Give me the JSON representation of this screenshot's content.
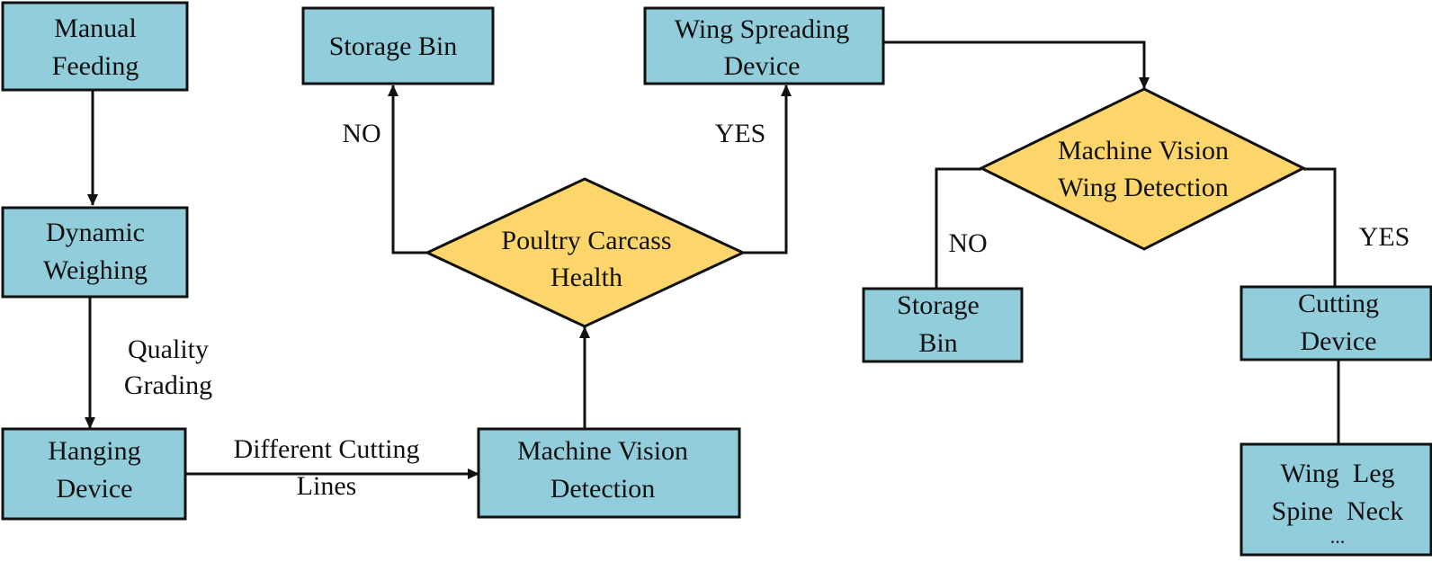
{
  "colors": {
    "process_fill": "#92CDDC",
    "decision_fill": "#FCD56B",
    "stroke": "#111111"
  },
  "nodes": {
    "manual_feeding": {
      "type": "process",
      "lines": [
        "Manual",
        "Feeding"
      ]
    },
    "dynamic_weighing": {
      "type": "process",
      "lines": [
        "Dynamic",
        "Weighing"
      ]
    },
    "hanging_device": {
      "type": "process",
      "lines": [
        "Hanging",
        "Device"
      ]
    },
    "machine_vision_detection": {
      "type": "process",
      "lines": [
        "Machine Vision",
        "Detection"
      ]
    },
    "poultry_carcass_health": {
      "type": "decision",
      "lines": [
        "Poultry Carcass",
        "Health"
      ]
    },
    "storage_bin_1": {
      "type": "process",
      "lines": [
        "Storage Bin"
      ]
    },
    "wing_spreading_device": {
      "type": "process",
      "lines": [
        "Wing Spreading",
        "Device"
      ]
    },
    "machine_vision_wing_detection": {
      "type": "decision",
      "lines": [
        "Machine Vision",
        "Wing Detection"
      ]
    },
    "storage_bin_2": {
      "type": "process",
      "lines": [
        "Storage",
        "Bin"
      ]
    },
    "cutting_device": {
      "type": "process",
      "lines": [
        "Cutting",
        "Device"
      ]
    },
    "parts": {
      "type": "process",
      "lines": [
        "Wing  Leg",
        "Spine  Neck",
        "..."
      ]
    }
  },
  "edge_labels": {
    "quality_grading": [
      "Quality",
      "Grading"
    ],
    "different_cutting_lines": [
      "Different Cutting",
      "Lines"
    ],
    "health_no": "NO",
    "health_yes": "YES",
    "wing_no": "NO",
    "wing_yes": "YES"
  },
  "edges": [
    {
      "from": "manual_feeding",
      "to": "dynamic_weighing",
      "arrow": true
    },
    {
      "from": "dynamic_weighing",
      "to": "hanging_device",
      "arrow": true,
      "label": "quality_grading"
    },
    {
      "from": "hanging_device",
      "to": "machine_vision_detection",
      "arrow": true,
      "label": "different_cutting_lines"
    },
    {
      "from": "machine_vision_detection",
      "to": "poultry_carcass_health",
      "arrow": true
    },
    {
      "from": "poultry_carcass_health",
      "to": "storage_bin_1",
      "arrow": true,
      "label": "health_no"
    },
    {
      "from": "poultry_carcass_health",
      "to": "wing_spreading_device",
      "arrow": true,
      "label": "health_yes"
    },
    {
      "from": "wing_spreading_device",
      "to": "machine_vision_wing_detection",
      "arrow": true
    },
    {
      "from": "machine_vision_wing_detection",
      "to": "storage_bin_2",
      "arrow": false,
      "label": "wing_no"
    },
    {
      "from": "machine_vision_wing_detection",
      "to": "cutting_device",
      "arrow": false,
      "label": "wing_yes"
    },
    {
      "from": "cutting_device",
      "to": "parts",
      "arrow": false
    }
  ]
}
